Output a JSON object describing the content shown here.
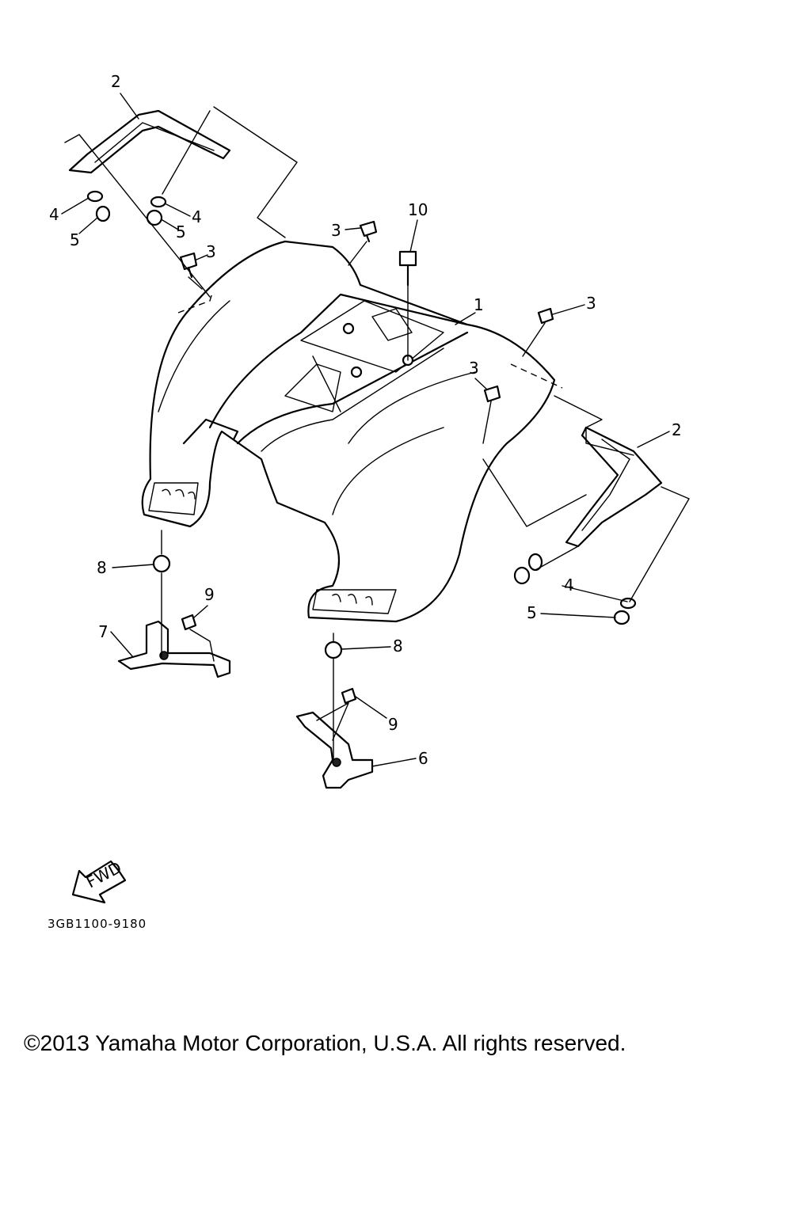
{
  "callouts": {
    "c1": "1",
    "c2a": "2",
    "c2b": "2",
    "c3a": "3",
    "c3b": "3",
    "c3c": "3",
    "c3d": "3",
    "c4a": "4",
    "c4b": "4",
    "c4c": "4",
    "c5a": "5",
    "c5b": "5",
    "c5c": "5",
    "c6": "6",
    "c7": "7",
    "c8a": "8",
    "c8b": "8",
    "c9a": "9",
    "c9b": "9",
    "c10": "10"
  },
  "fwd_label": "FWD",
  "diagram_code": "3GB1100-9180",
  "copyright": "©2013 Yamaha Motor Corporation, U.S.A. All rights reserved."
}
